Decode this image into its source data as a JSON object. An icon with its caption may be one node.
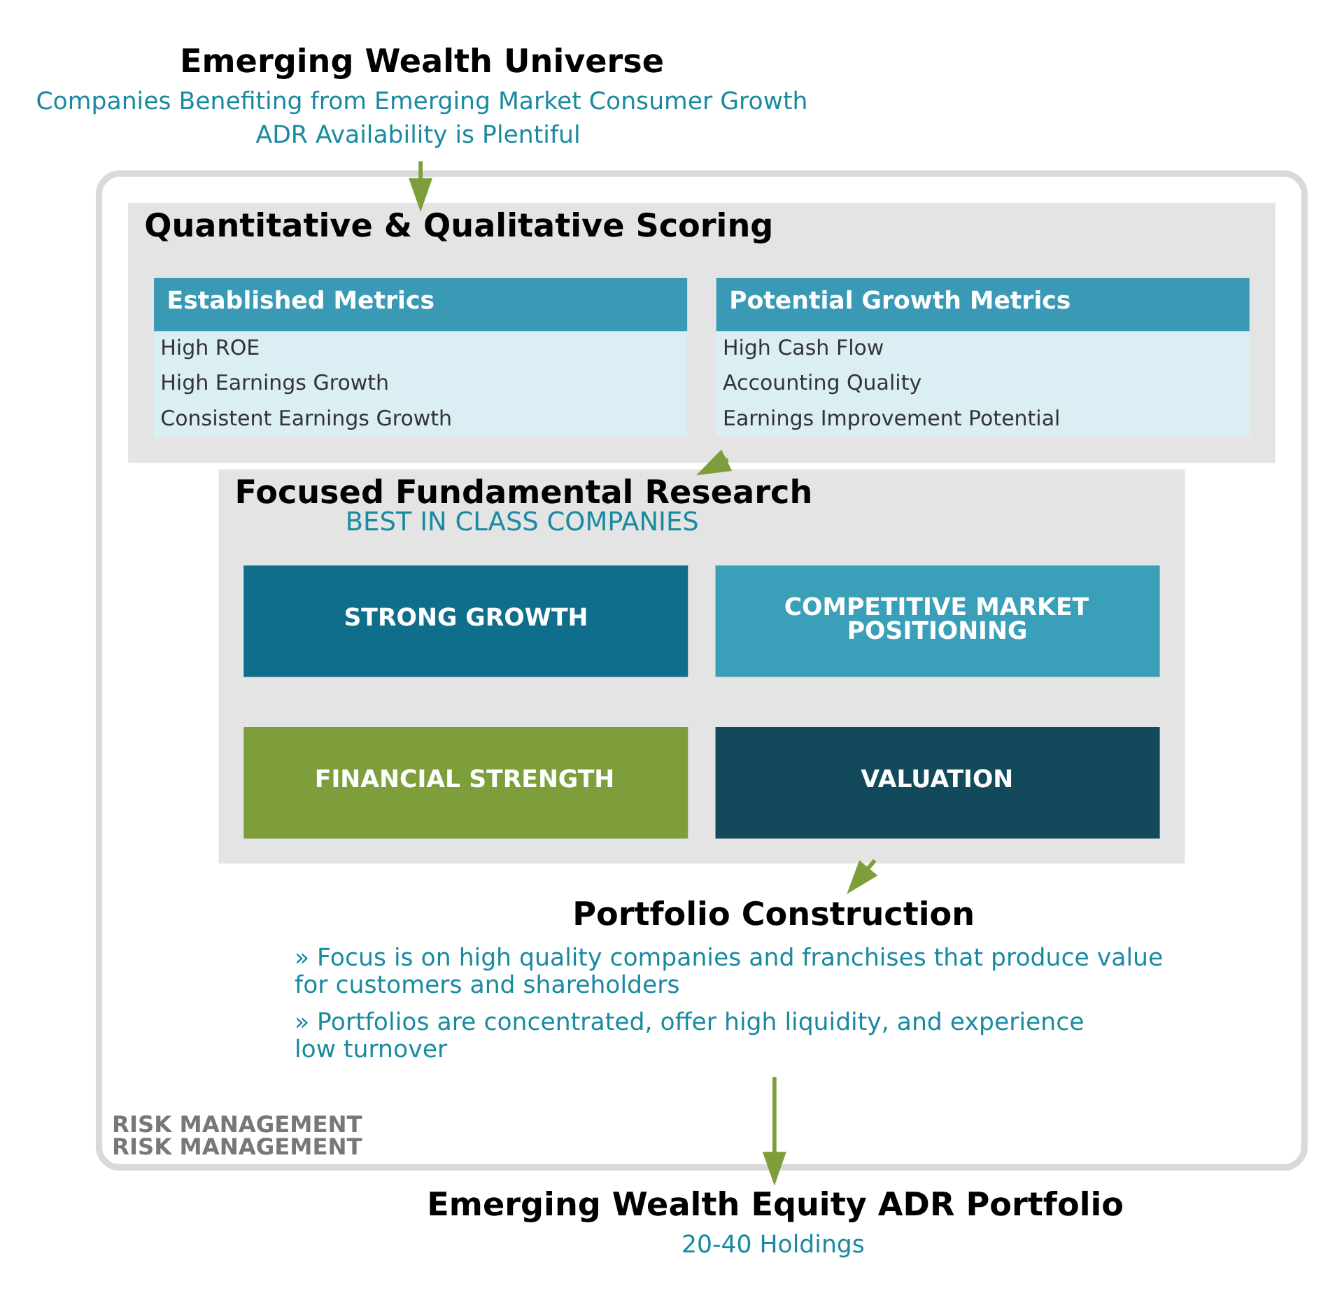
{
  "diagram": {
    "nodes": [
      {
        "text": [
          "Emerging Wealth Universe",
          "Companies Benefiting from Emerging Market Consumer Growth",
          "ADR Availability is Plentiful"
        ]
      },
      {
        "text": [
          "RISK MANAGEMENT",
          "RISK MANAGEMENT"
        ]
      },
      {
        "text": [
          "Quantitative & Qualitative Scoring"
        ],
        "in": 1
      },
      {
        "text": [
          "Established Metrics",
          "High ROE",
          "High Earnings Growth",
          "Consistent Earnings Growth"
        ],
        "in": 2
      },
      {
        "text": [
          "Potential Growth Metrics",
          "High Cash Flow",
          "Accounting Quality",
          "Earnings Improvement Potential"
        ],
        "in": 2
      },
      {
        "text": [
          "Focused Fundamental Research",
          "BEST IN CLASS COMPANIES"
        ],
        "in": 1
      },
      {
        "text": [
          "STRONG GROWTH"
        ],
        "in": 5
      },
      {
        "text": [
          "COMPETITIVE MARKET POSITIONING"
        ],
        "in": 5
      },
      {
        "text": [
          "FINANCIAL STRENGTH"
        ],
        "in": 5
      },
      {
        "text": [
          "VALUATION"
        ],
        "in": 5
      },
      {
        "text": [
          "Portfolio Construction",
          "» Focus is on high quality companies and franchises that produce value for customers and shareholders",
          "» Portfolios are concentrated, offer high liquidity, and experience low turnover"
        ],
        "in": 1
      },
      {
        "text": [
          "Emerging Wealth Equity ADR Portfolio",
          "20-40 Holdings"
        ]
      }
    ],
    "edges": [
      {
        "from": 0,
        "to": 2,
        "arrow": "to"
      },
      {
        "from": 2,
        "to": 5,
        "arrow": "to"
      },
      {
        "from": 5,
        "to": 10,
        "arrow": "to"
      },
      {
        "from": 10,
        "to": 11,
        "arrow": "to"
      }
    ]
  }
}
